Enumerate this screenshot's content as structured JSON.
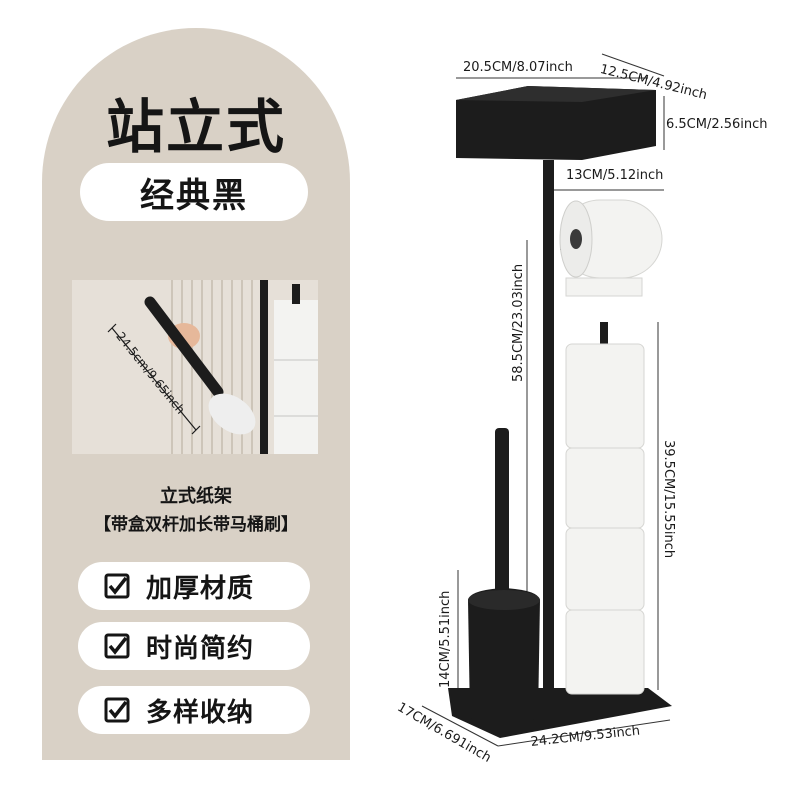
{
  "left_panel": {
    "headline": "站立式",
    "color_name": "经典黑",
    "inset_dimension": "24.5cm/9.65inch",
    "caption_line1": "立式纸架",
    "caption_line2": "【带盒双杆加长带马桶刷】",
    "features": [
      {
        "label": "加厚材质",
        "icon": "checkbox-icon"
      },
      {
        "label": "时尚简约",
        "icon": "checkbox-icon"
      },
      {
        "label": "多样收纳",
        "icon": "checkbox-icon"
      }
    ]
  },
  "dimensions": {
    "box_width": "20.5CM/8.07inch",
    "box_depth": "12.5CM/4.92inch",
    "box_height": "6.5CM/2.56inch",
    "arm_length": "13CM/5.12inch",
    "total_height": "58.5CM/23.03inch",
    "storage_height": "39.5CM/15.55inch",
    "brush_height": "14CM/5.51inch",
    "base_depth": "17CM/6.691inch",
    "base_width": "24.2CM/9.53inch"
  },
  "colors": {
    "panel": "#d9d1c6",
    "product_black": "#1c1c1c",
    "paper": "#f3f3f1"
  }
}
